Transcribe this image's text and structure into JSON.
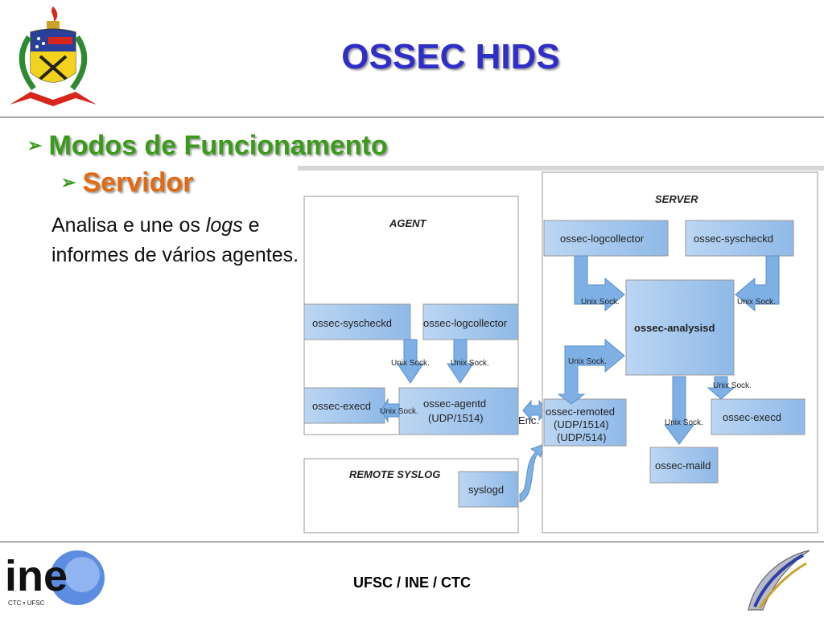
{
  "slide": {
    "title": "OSSEC HIDS",
    "bullet_1": "Modos de Funcionamento",
    "bullet_2": "Servidor",
    "body_part1": "Analisa e une os ",
    "body_italic": "logs",
    "body_part2": " e informes de vários agentes.",
    "footer": "UFSC / INE / CTC"
  },
  "logos": {
    "ine_text": "ine",
    "ine_caption": "CTC • UFSC"
  },
  "diagram": {
    "agent": {
      "title": "AGENT",
      "syscheckd": "ossec-syscheckd",
      "logcollector": "ossec-logcollector",
      "execd": "ossec-execd",
      "agentd_line1": "ossec-agentd",
      "agentd_line2": "(UDP/1514)",
      "unix_sock_1": "Unix Sock.",
      "unix_sock_2": "Unix Sock.",
      "unix_sock_3": "Unix Sock."
    },
    "remote_syslog": {
      "title": "REMOTE SYSLOG",
      "syslogd": "syslogd"
    },
    "enc_label": "Enc.",
    "server": {
      "title": "SERVER",
      "logcollector": "ossec-logcollector",
      "syscheckd": "ossec-syscheckd",
      "analysisd": "ossec-analysisd",
      "remoted_line1": "ossec-remoted",
      "remoted_line2": "(UDP/1514)",
      "remoted_line3": "(UDP/514)",
      "execd": "ossec-execd",
      "maild": "ossec-maild",
      "unix_sock_1": "Unix Sock.",
      "unix_sock_2": "Unix Sock.",
      "unix_sock_3": "Unix Sock.",
      "unix_sock_4": "Unix Sock.",
      "unix_sock_5": "Unix Sock."
    }
  }
}
